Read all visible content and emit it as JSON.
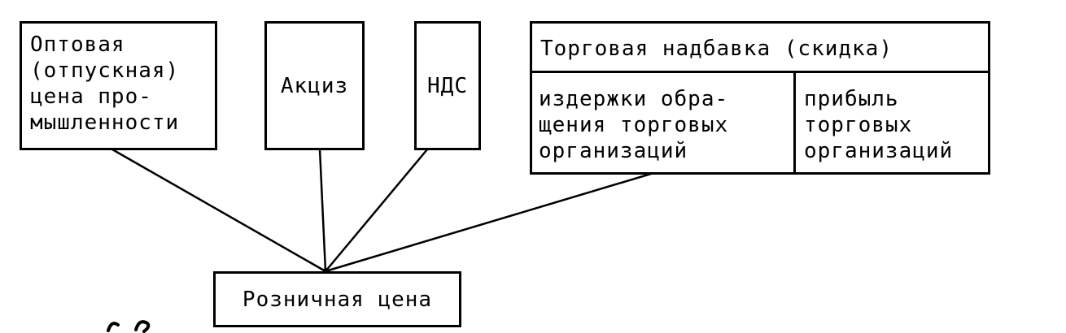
{
  "diagram": {
    "wholesale_box": {
      "lines": [
        "Оптовая",
        "(отпускная)",
        "цена про-",
        "мышленности"
      ]
    },
    "excise_box": {
      "label": "Акциз"
    },
    "vat_box": {
      "label": "НДС"
    },
    "trade_markup_box": {
      "title": "Торговая надбавка (скидка)",
      "left_cell_lines": [
        "издержки обра-",
        "щения торговых",
        "организаций"
      ],
      "right_cell_lines": [
        "прибыль",
        "торговых",
        "организаций"
      ]
    },
    "retail_box": {
      "label": "Розничная цена"
    }
  },
  "colors": {
    "line": "#000000",
    "background": "#ffffff"
  }
}
